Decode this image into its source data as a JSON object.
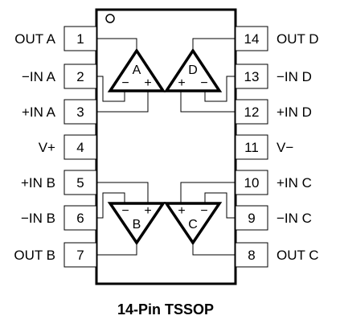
{
  "package_label": "14-Pin TSSOP",
  "pins_left": [
    {
      "num": "1",
      "label": "OUT A"
    },
    {
      "num": "2",
      "label": "−IN A"
    },
    {
      "num": "3",
      "label": "+IN A"
    },
    {
      "num": "4",
      "label": "V+"
    },
    {
      "num": "5",
      "label": "+IN B"
    },
    {
      "num": "6",
      "label": "−IN B"
    },
    {
      "num": "7",
      "label": "OUT B"
    }
  ],
  "pins_right": [
    {
      "num": "14",
      "label": "OUT D"
    },
    {
      "num": "13",
      "label": "−IN D"
    },
    {
      "num": "12",
      "label": "+IN D"
    },
    {
      "num": "11",
      "label": "V−"
    },
    {
      "num": "10",
      "label": "+IN C"
    },
    {
      "num": "9",
      "label": "−IN C"
    },
    {
      "num": "8",
      "label": "OUT C"
    }
  ],
  "amplifiers": [
    {
      "name": "A",
      "left_sign": "−",
      "right_sign": "+"
    },
    {
      "name": "D",
      "left_sign": "+",
      "right_sign": "−"
    },
    {
      "name": "B",
      "left_sign": "−",
      "right_sign": "+"
    },
    {
      "name": "C",
      "left_sign": "+",
      "right_sign": "−"
    }
  ]
}
